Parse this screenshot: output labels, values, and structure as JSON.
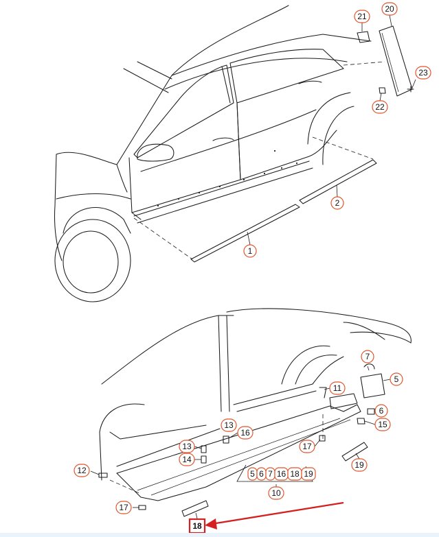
{
  "callouts": {
    "c1": "1",
    "c2": "2",
    "c5": "5",
    "c6": "6",
    "c7": "7",
    "c10": "10",
    "c11": "11",
    "c12": "12",
    "c13": "13",
    "c14": "14",
    "c15": "15",
    "c16": "16",
    "c17": "17",
    "c19": "19",
    "c20": "20",
    "c21": "21",
    "c22": "22",
    "c23": "23"
  },
  "group_callout": [
    "5",
    "6",
    "7",
    "16",
    "18",
    "19"
  ],
  "highlight": {
    "label": "18",
    "color": "#d42020"
  },
  "colors": {
    "callout_border": "#e0552b",
    "line": "#1a1a1a",
    "arrow": "#d42020"
  }
}
